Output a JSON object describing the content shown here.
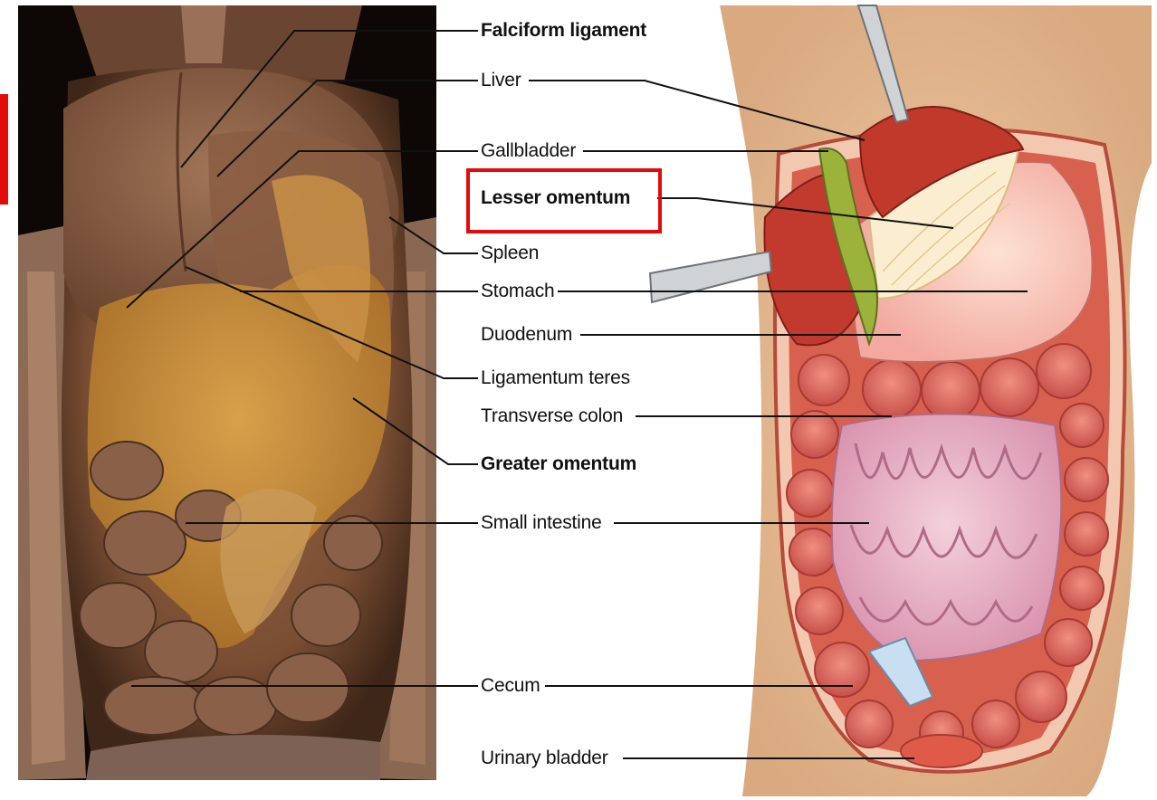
{
  "labels": {
    "falciform": "Falciform ligament",
    "liver": "Liver",
    "gallbladder": "Gallbladder",
    "lesser_omentum": "Lesser omentum",
    "spleen": "Spleen",
    "stomach": "Stomach",
    "duodenum": "Duodenum",
    "ligamentum_teres": "Ligamentum teres",
    "transverse_colon": "Transverse colon",
    "greater_omentum": "Greater omentum",
    "small_intestine": "Small intestine",
    "cecum": "Cecum",
    "urinary_bladder": "Urinary bladder"
  },
  "highlighted_label": "Lesser omentum",
  "colors": {
    "highlight": "#e10b0b",
    "cadaver_tissue": "#8a5a3a",
    "omentum_fat": "#c9893a",
    "liver_illustration": "#c0392b",
    "gallbladder_illustration": "#9bb33a",
    "intestine_illustration": "#e58a8a",
    "small_intestine_illustration": "#e9b6c8",
    "skin": "#e8c09a"
  }
}
